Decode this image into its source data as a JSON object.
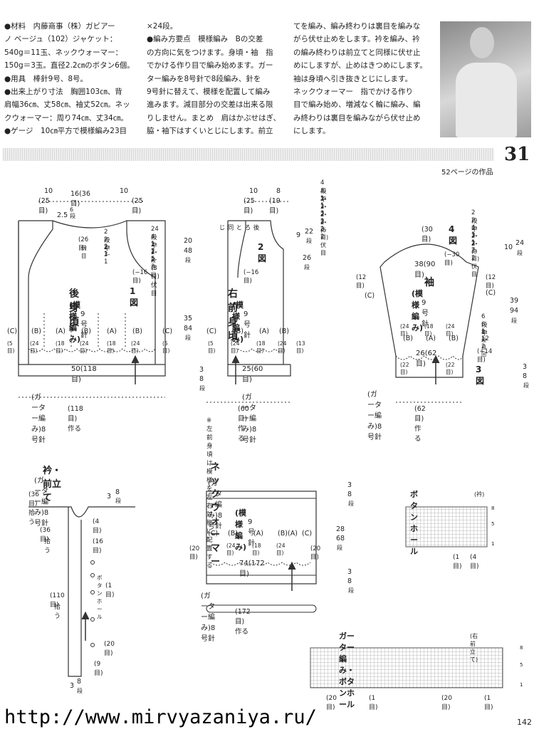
{
  "text_columns": {
    "col1": [
      "●材料　内藤商事（株）ガビアー",
      "ノ ベージュ（102）ジャケット：",
      "540g＝11玉、ネックウォーマー：",
      "150g＝3玉。直径2.2㎝のボタン6個。",
      "●用具　棒針9号、8号。",
      "●出来上がり寸法　胸囲103㎝、背",
      "肩幅36㎝、丈58㎝、袖丈52㎝。ネッ",
      "クウォーマー：周り74㎝、丈34㎝。",
      "●ゲージ　10㎝平方で模様編み23目"
    ],
    "col2": [
      "×24段。",
      "●編み方要点　模様編み　Bの交差",
      "の方向に気をつけます。身頃・袖　指",
      "でかける作り目で編み始めます。ガー",
      "ター編みを8号針で8段編み、針を",
      "9号針に替えて、模様を配置して編み",
      "進みます。減目部分の交差は出来る限",
      "りしません。まとめ　肩はかぶせはぎ、",
      "脇・袖下はすくいとじにします。前立"
    ],
    "col3": [
      "てを編み、編み終わりは裏目を編みな",
      "がら伏せ止めをします。衿を編み、衿",
      "の編み終わりは前立てと同様に伏せ止",
      "めにしますが、止めはきつめにします。",
      "袖は身頃へ引き抜きとじにします。",
      "ネックウォーマー　指でかける作り",
      "目で編み始め、増減なく輪に編み、編",
      "み終わりは裏目を編みながら伏せ止め",
      "にします。"
    ]
  },
  "header": {
    "page_number": "31",
    "page_ref": "52ページの作品"
  },
  "back": {
    "top_dims": [
      "10",
      "16(36目)",
      "10",
      "(25目)",
      "(25目)"
    ],
    "neck": [
      "2.5",
      "6",
      "段",
      "(26目)",
      "伏目",
      "2段平",
      "2-2-1",
      "2-3-1"
    ],
    "armhole": [
      "24段平",
      "4-1-2",
      "2-1-5",
      "2-2-3",
      "段 目 回",
      "(3目)伏目",
      "(−16目)"
    ],
    "side_dims": [
      "20",
      "48",
      "段",
      "35",
      "84",
      "段",
      "3",
      "8",
      "段"
    ],
    "title": "後身頃",
    "pattern": "(模様編み)",
    "needle": "9号針",
    "fig": "1図",
    "cols": [
      "(C)",
      "(B)",
      "(A)",
      "(B)",
      "(A)",
      "(B)",
      "(C)"
    ],
    "counts": [
      "(5目)",
      "(24目)",
      "(18目)",
      "(24目)",
      "(18目)",
      "(24目)",
      "(5目)"
    ],
    "bottom": "50(118目)",
    "garter": "(ガーター編み)8号針",
    "cast": "(118目)作る"
  },
  "front": {
    "top_dims": [
      "10",
      "8",
      "(25目)",
      "(19目)"
    ],
    "neck": [
      "4段平",
      "4-1-1",
      "2-1-3",
      "2-2-2",
      "2-3-2",
      "2-3-2",
      "(5目)伏目",
      "9",
      "22",
      "段",
      "26",
      "段"
    ],
    "labels": [
      "後ろと同じ",
      "2図",
      "(−16目)"
    ],
    "title": "右前身頃",
    "pattern": "(模様編み)",
    "needle": "9号針",
    "cols": [
      "(C)",
      "(B)",
      "(A)",
      "(B)"
    ],
    "counts": [
      "(5目)",
      "(24目)",
      "(18目)",
      "(24目)",
      "(13目)"
    ],
    "bottom": "25(60目)",
    "garter": "(ガーター編み)8号針",
    "cast": "(60目)作る",
    "note": "※左前身頃は模様を左右対称に配置する"
  },
  "sleeve": {
    "top": [
      "(30目)",
      "4図",
      "(−30目)"
    ],
    "cap": [
      "2段平",
      "2-4-1",
      "2-3-1",
      "2-2-7",
      "2-3-2",
      "(3目)伏目"
    ],
    "top_dims": [
      "10",
      "24",
      "段"
    ],
    "width": "38(90目)",
    "side": [
      "(12目)",
      "(12目)"
    ],
    "title": "袖",
    "pattern": "(模様編み)",
    "needle": "9号針",
    "cols_outer": [
      "(C)",
      "(C)"
    ],
    "inc": [
      "6段平",
      "6-1-12",
      "8-1-2",
      "段 目 回",
      "(+14目)"
    ],
    "side_dims": [
      "39",
      "94",
      "段",
      "3",
      "8",
      "段"
    ],
    "cols": [
      "(B)",
      "(A)",
      "(B)"
    ],
    "counts": [
      "(24目)",
      "(18目)",
      "(24目)"
    ],
    "bottom": "26(62目)",
    "cuffs": [
      "(22目)",
      "(22目)"
    ],
    "fig": "3図",
    "garter": "(ガーター編み)8号針",
    "cast": "(62目)作る"
  },
  "collar": {
    "title": "衿・前立て",
    "garter": "(ガーター編み)8号針",
    "labels": [
      "(36目)拾う",
      "3",
      "8",
      "段",
      "(4目)",
      "(36目)",
      "拾う",
      "(16目)",
      "ボタンホール",
      "(1目)",
      "(110目)",
      "拾う",
      "(20目)",
      "(9目)",
      "3",
      "8",
      "段"
    ]
  },
  "neckwarmer": {
    "title": "ネックウォーマー",
    "garter_top": "(ガーター編み)8号針",
    "pattern": "(模様編み)",
    "needle": "9号針",
    "cols": [
      "(C)",
      "(B)",
      "(A)",
      "(B)",
      "(A)",
      "(C)"
    ],
    "counts": [
      "(24目)",
      "(18目)",
      "(24目)"
    ],
    "side": [
      "(20目)",
      "(20目)"
    ],
    "dims": [
      "3",
      "8",
      "段",
      "28",
      "68",
      "段",
      "3",
      "8",
      "段"
    ],
    "bottom": "74(172目)",
    "garter_bottom": "(ガーター編み)8号針",
    "cast": "(172目)作る"
  },
  "buttonhole": {
    "title": "ボタンホール",
    "sub": "(衿)",
    "rows": [
      "8",
      "5",
      "1"
    ],
    "labels": [
      "(1目)",
      "(4目)"
    ]
  },
  "garter_buttonhole": {
    "title": "ガーター編み・ボタンホール",
    "sub": "(右前立て)",
    "rows": [
      "8",
      "5",
      "1"
    ],
    "labels": [
      "(20目)",
      "(1目)",
      "(20目)",
      "(1目)"
    ]
  },
  "footer": {
    "url": "http://www.mirvyazaniya.ru/",
    "page": "142"
  }
}
